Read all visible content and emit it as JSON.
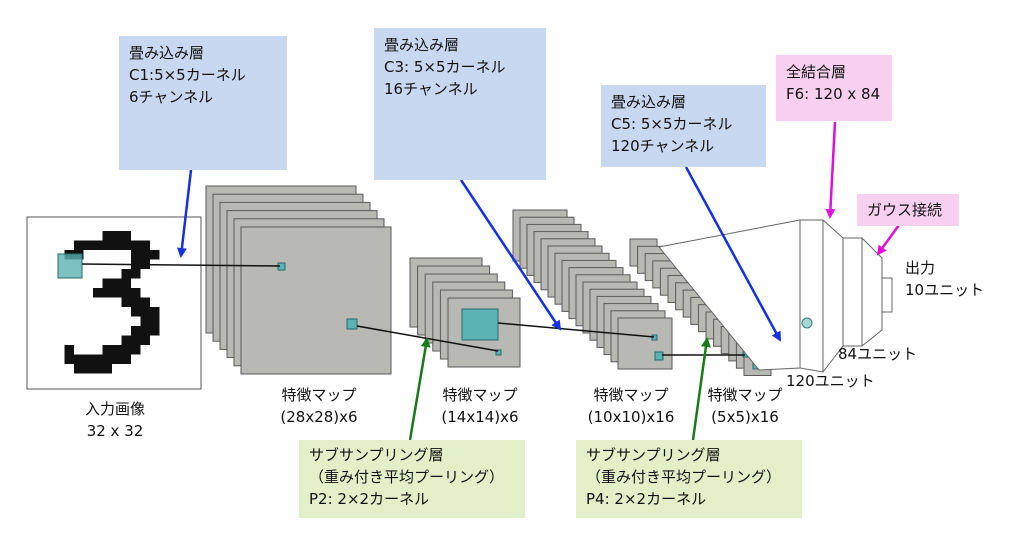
{
  "boxes": {
    "conv1": {
      "title": "畳み込み層",
      "line1": "C1:5×5カーネル",
      "line2": "6チャンネル"
    },
    "conv3": {
      "title": "畳み込み層",
      "line1": "C3: 5×5カーネル",
      "line2": "16チャンネル"
    },
    "conv5": {
      "title": "畳み込み層",
      "line1": "C5: 5×5カーネル",
      "line2": "120チャンネル"
    },
    "fc6": {
      "title": "全結合層",
      "line1": "F6: 120 x 84"
    },
    "gauss": {
      "title": "ガウス接続"
    },
    "pool2": {
      "title": "サブサンプリング層",
      "line1": "（重み付き平均プーリング）",
      "line2": "P2: 2×2カーネル"
    },
    "pool4": {
      "title": "サブサンプリング層",
      "line1": "（重み付き平均プーリング）",
      "line2": "P4: 2×2カーネル"
    }
  },
  "labels": {
    "input": {
      "title": "入力画像",
      "size": "32 x 32"
    },
    "fmap1": {
      "title": "特徴マップ",
      "size": "(28x28)x6"
    },
    "fmap2": {
      "title": "特徴マップ",
      "size": "(14x14)x6"
    },
    "fmap3": {
      "title": "特徴マップ",
      "size": "(10x10)x16"
    },
    "fmap4": {
      "title": "特徴マップ",
      "size": "(5x5)x16"
    },
    "u120": "120ユニット",
    "u84": "84ユニット",
    "output": {
      "title": "出力",
      "size": "10ユニット"
    }
  },
  "colors": {
    "conv_box": "#c8d8f0",
    "pool_box": "#e2efc8",
    "fc_box": "#f6d0ee",
    "conv_arrow": "#1530e0",
    "pool_arrow": "#1a7a1a",
    "fc_arrow": "#e010d8",
    "feature_map": "#b8b8b4",
    "kernel": "#5bb3b3"
  }
}
